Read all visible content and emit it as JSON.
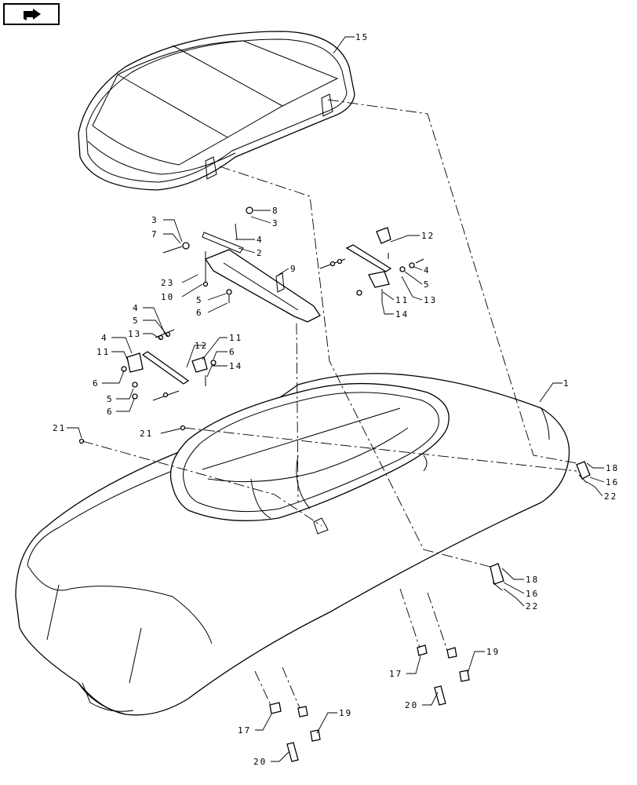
{
  "nav_icon": "forward-arrow-icon",
  "callouts": [
    {
      "id": "c15a",
      "text": "15"
    },
    {
      "id": "c8",
      "text": "8"
    },
    {
      "id": "c3a",
      "text": "3"
    },
    {
      "id": "c3b",
      "text": "3"
    },
    {
      "id": "c7",
      "text": "7"
    },
    {
      "id": "c4a",
      "text": "4"
    },
    {
      "id": "c2",
      "text": "2"
    },
    {
      "id": "c9",
      "text": "9"
    },
    {
      "id": "c23",
      "text": "23"
    },
    {
      "id": "c10",
      "text": "10"
    },
    {
      "id": "c5a",
      "text": "5"
    },
    {
      "id": "c6a",
      "text": "6"
    },
    {
      "id": "c12a",
      "text": "12"
    },
    {
      "id": "c4b",
      "text": "4"
    },
    {
      "id": "c5b",
      "text": "5"
    },
    {
      "id": "c11a",
      "text": "11"
    },
    {
      "id": "c14a",
      "text": "14"
    },
    {
      "id": "c13a",
      "text": "13"
    },
    {
      "id": "c4c",
      "text": "4"
    },
    {
      "id": "c5c",
      "text": "5"
    },
    {
      "id": "c13b",
      "text": "13"
    },
    {
      "id": "c4d",
      "text": "4"
    },
    {
      "id": "c11b",
      "text": "11"
    },
    {
      "id": "c12b",
      "text": "12"
    },
    {
      "id": "c11c",
      "text": "11"
    },
    {
      "id": "c6b",
      "text": "6"
    },
    {
      "id": "c6c",
      "text": "6"
    },
    {
      "id": "c14b",
      "text": "14"
    },
    {
      "id": "c5d",
      "text": "5"
    },
    {
      "id": "c6d",
      "text": "6"
    },
    {
      "id": "c1",
      "text": "1"
    },
    {
      "id": "c21a",
      "text": "21"
    },
    {
      "id": "c21b",
      "text": "21"
    },
    {
      "id": "c18a",
      "text": "18"
    },
    {
      "id": "c16a",
      "text": "16"
    },
    {
      "id": "c22a",
      "text": "22"
    },
    {
      "id": "c18b",
      "text": "18"
    },
    {
      "id": "c16b",
      "text": "16"
    },
    {
      "id": "c22b",
      "text": "22"
    },
    {
      "id": "c19a",
      "text": "19"
    },
    {
      "id": "c17a",
      "text": "17"
    },
    {
      "id": "c20a",
      "text": "20"
    },
    {
      "id": "c17b",
      "text": "17"
    },
    {
      "id": "c19b",
      "text": "19"
    },
    {
      "id": "c20b",
      "text": "20"
    }
  ]
}
